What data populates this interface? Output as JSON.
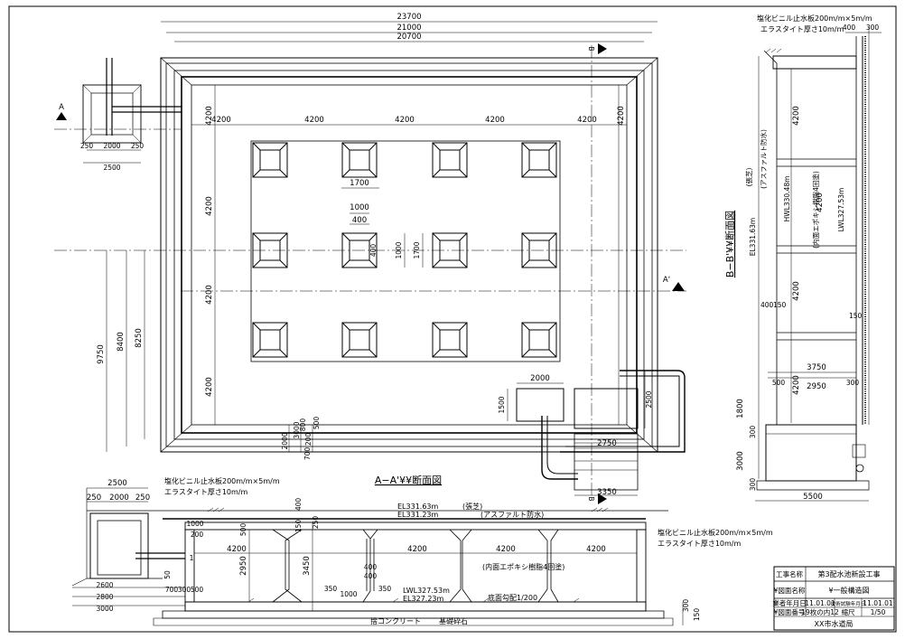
{
  "plan": {
    "dims_top": [
      "23700",
      "21000",
      "20700"
    ],
    "dims_x": [
      "4200",
      "4200",
      "4200",
      "4200",
      "4200"
    ],
    "dims_y": [
      "4200",
      "4200",
      "4200",
      "4200",
      "4200"
    ],
    "dims_left": [
      "9750",
      "8400",
      "8250"
    ],
    "col_dims": [
      "1700",
      "1000",
      "400",
      "400",
      "1000",
      "1700"
    ],
    "bottom_dims": [
      "2000",
      "3000",
      "800",
      "200",
      "500",
      "700"
    ],
    "valve": {
      "dims": [
        "2000",
        "1500",
        "2500",
        "2750",
        "3350"
      ]
    },
    "section_marks": {
      "a": "A",
      "a_prime": "A'",
      "b": "B",
      "b_prime": "B'"
    },
    "inlet_dims": [
      "250",
      "2000",
      "250",
      "2500"
    ]
  },
  "section_aa": {
    "title": "A−A'¥¥断面図",
    "top_dims": [
      "2500",
      "250",
      "2000",
      "250"
    ],
    "note1": "塩化ビニル止水板200m/m×5m/m",
    "note2": "エラスタイト厚さ10m/m",
    "el1": "EL331.63m",
    "el2": "EL331.23m",
    "turf": "(張芝)",
    "asphalt": "(アスファルト防水)",
    "note3": "塩化ビニル止水板200m/m×5m/m",
    "note4": "エラスタイト厚さ10m/m",
    "epoxy": "(内面エポキシ樹脂4回塗)",
    "lwl": "LWL327.53m",
    "el3": "EL327.23m",
    "slope": "底面勾配1/200",
    "concrete": "捨コンクリート",
    "gravel": "基礎砕石",
    "spans": [
      "4200",
      "4200",
      "4200",
      "4200"
    ],
    "heights": [
      "500",
      "2950",
      "3450",
      "400",
      "150",
      "250",
      "400"
    ],
    "left_dims": [
      "1000",
      "200",
      "700",
      "300",
      "500",
      "2600",
      "2800",
      "3000",
      "1",
      "50"
    ],
    "col_dims": [
      "350",
      "1000",
      "350",
      "400"
    ],
    "right_dims": [
      "300",
      "150"
    ]
  },
  "section_bb": {
    "title": "B−B'¥¥断面図",
    "note1": "塩化ビニル止水板200m/m×5m/m",
    "note2": "エラスタイト厚さ10m/m",
    "top_dims": [
      "400",
      "300"
    ],
    "turf": "(張芝)",
    "asphalt": "(アスファルト防水)",
    "el1": "EL331.63m",
    "hwl": "HWL330.48m",
    "lwl": "LWL327.53m",
    "epoxy": "(内面エポキシ樹脂4回塗)",
    "v_dims": [
      "4200",
      "4200",
      "4200",
      "4200"
    ],
    "mid_dims": [
      "400",
      "150",
      "150"
    ],
    "bottom_dims": [
      "3750",
      "500",
      "2950",
      "300",
      "1800",
      "300",
      "3000",
      "300"
    ],
    "width": "5500"
  },
  "title_block": {
    "project_label": "工事名称",
    "project_value": "第3配水池新設工事",
    "drawing_label": "¥図面名称",
    "drawing_value": "¥一般構造図",
    "design_date_label": "業者年月日",
    "design_date": "11.01.01",
    "check_label": "技術試験年月日",
    "check_date": "11.01.01",
    "number_label": "¥図面番号",
    "number_value": "19枚の内12",
    "scale_label": "縮尺",
    "scale_value": "1/50",
    "office": "XX市水道局"
  }
}
